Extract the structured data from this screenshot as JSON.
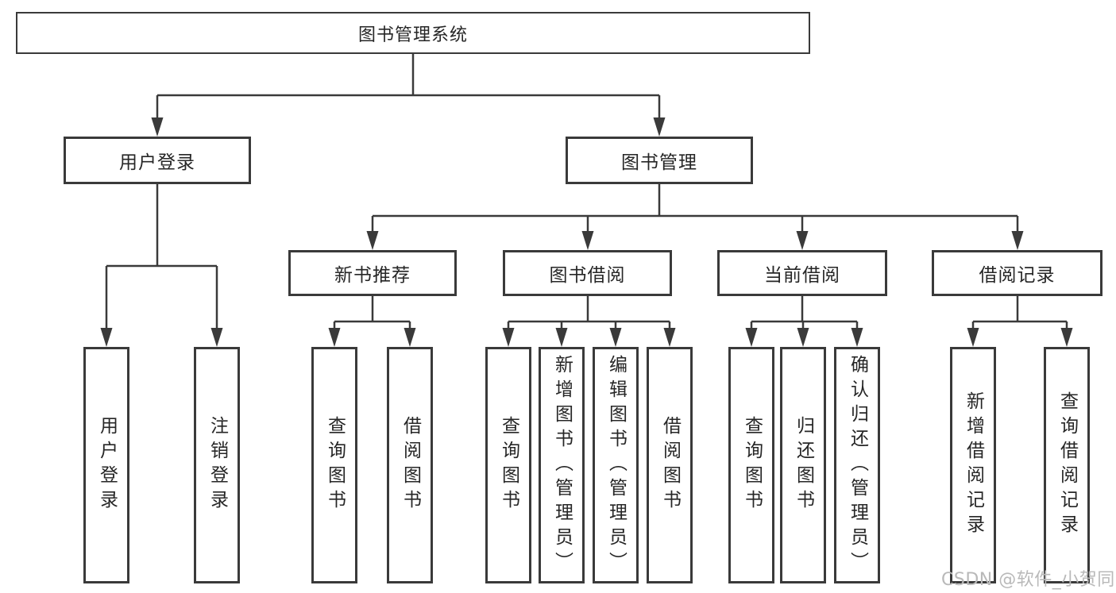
{
  "diagram": {
    "tree": {
      "root": "图书管理系统",
      "children": [
        {
          "label": "用户登录",
          "children": [
            "用户登录",
            "注销登录"
          ]
        },
        {
          "label": "图书管理",
          "children": [
            {
              "label": "新书推荐",
              "children": [
                "查询图书",
                "借阅图书"
              ]
            },
            {
              "label": "图书借阅",
              "children": [
                "查询图书",
                "新增图书（管理员）",
                "编辑图书（管理员）",
                "借阅图书"
              ]
            },
            {
              "label": "当前借阅",
              "children": [
                "查询图书",
                "归还图书",
                "确认归还（管理员）"
              ]
            },
            {
              "label": "借阅记录",
              "children": [
                "新增借阅记录",
                "查询借阅记录"
              ]
            }
          ]
        }
      ]
    }
  },
  "watermark": "CSDN @软件_小贺同学",
  "colors": {
    "line": "#3a3a3a",
    "text": "#262626",
    "box_background": "#ffffff",
    "watermark_text": "#b9b9b9",
    "background": "#ffffff"
  }
}
